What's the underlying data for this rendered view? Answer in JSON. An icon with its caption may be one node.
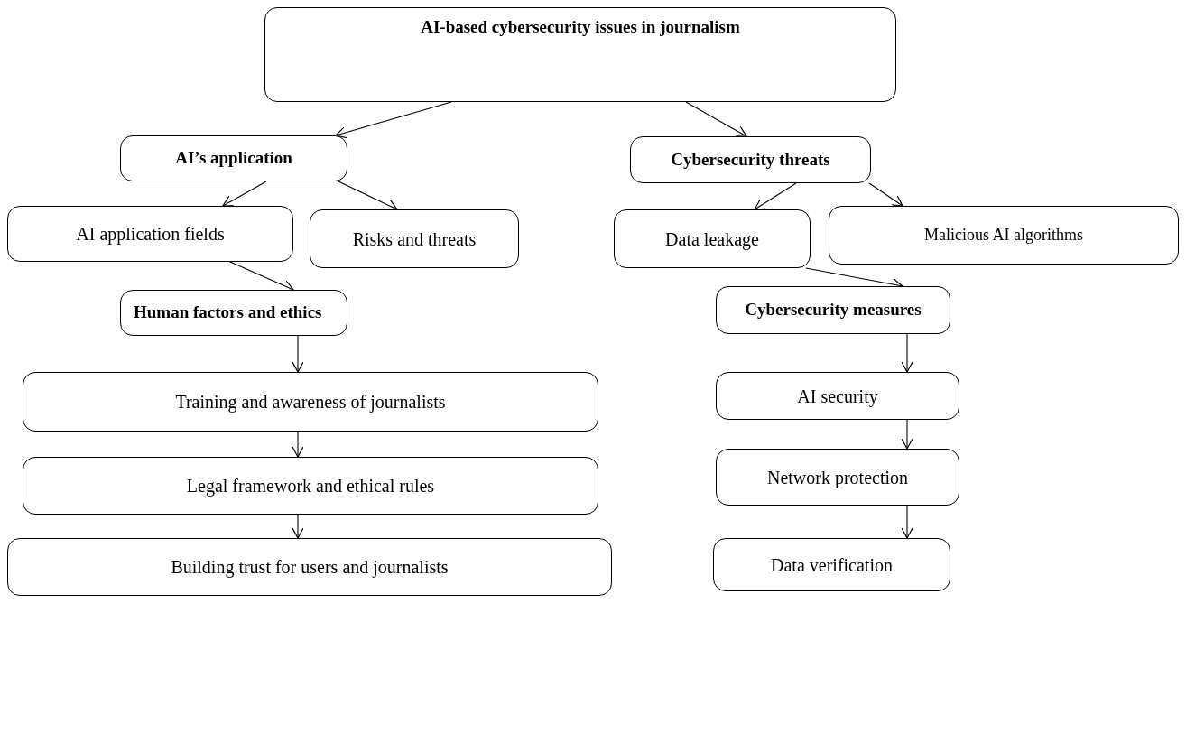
{
  "diagram": {
    "nodes": [
      {
        "text": [
          "AI-based cybersecurity issues in journalism"
        ]
      },
      {
        "text": [
          "AI’s application"
        ]
      },
      {
        "text": [
          "Cybersecurity threats"
        ]
      },
      {
        "text": [
          "AI application fields"
        ]
      },
      {
        "text": [
          "Risks and threats"
        ]
      },
      {
        "text": [
          "Data leakage"
        ]
      },
      {
        "text": [
          "Malicious AI algorithms"
        ]
      },
      {
        "text": [
          "Human factors and ethics"
        ]
      },
      {
        "text": [
          "Cybersecurity measures"
        ]
      },
      {
        "text": [
          "Training and awareness of journalists"
        ]
      },
      {
        "text": [
          "AI security"
        ]
      },
      {
        "text": [
          "Legal framework and ethical rules"
        ]
      },
      {
        "text": [
          "Network protection"
        ]
      },
      {
        "text": [
          "Building trust for users and journalists"
        ]
      },
      {
        "text": [
          "Data verification"
        ]
      }
    ],
    "edges": [
      {
        "from": 0,
        "to": 1,
        "arrow": "to"
      },
      {
        "from": 0,
        "to": 2,
        "arrow": "to"
      },
      {
        "from": 1,
        "to": 3,
        "arrow": "to"
      },
      {
        "from": 1,
        "to": 4,
        "arrow": "to"
      },
      {
        "from": 2,
        "to": 5,
        "arrow": "to"
      },
      {
        "from": 2,
        "to": 6,
        "arrow": "to"
      },
      {
        "from": 3,
        "to": 7,
        "arrow": "to"
      },
      {
        "from": 5,
        "to": 8,
        "arrow": "to"
      },
      {
        "from": 7,
        "to": 9,
        "arrow": "to"
      },
      {
        "from": 9,
        "to": 11,
        "arrow": "to"
      },
      {
        "from": 11,
        "to": 13,
        "arrow": "to"
      },
      {
        "from": 8,
        "to": 10,
        "arrow": "to"
      },
      {
        "from": 10,
        "to": 12,
        "arrow": "to"
      },
      {
        "from": 12,
        "to": 14,
        "arrow": "to"
      }
    ]
  }
}
